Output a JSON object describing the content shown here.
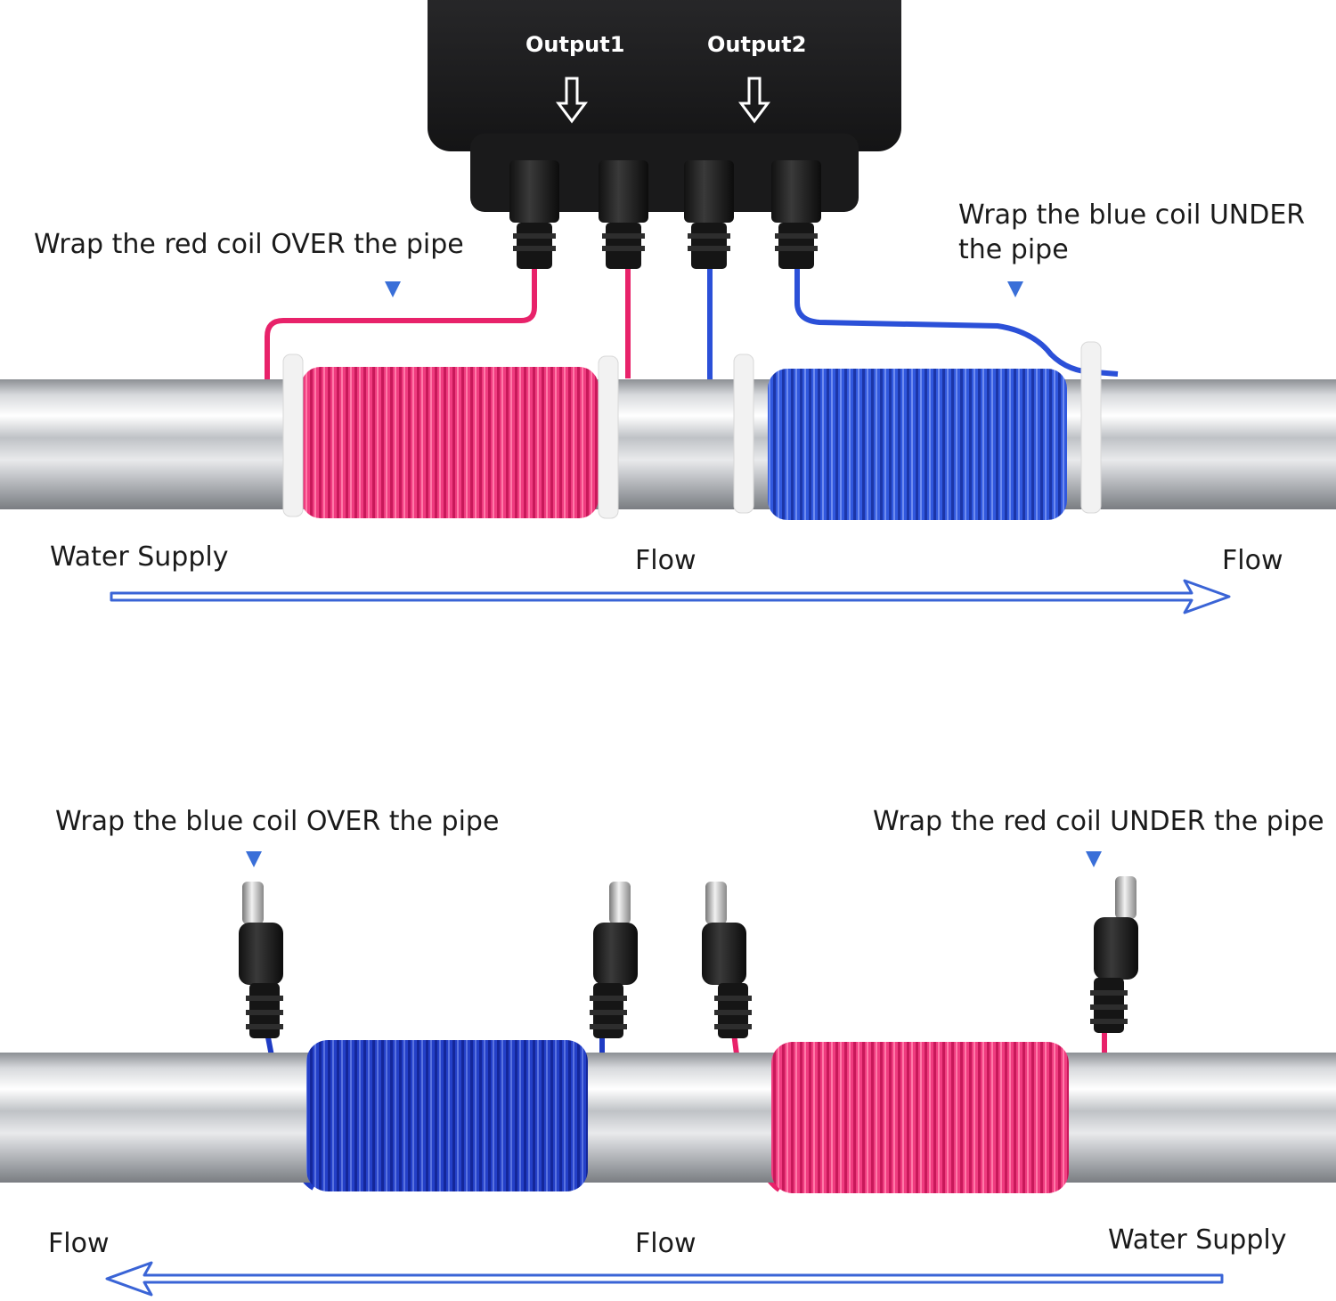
{
  "device": {
    "output1_label": "Output1",
    "output2_label": "Output2"
  },
  "top_diagram": {
    "left_instruction": "Wrap the red coil OVER the pipe",
    "right_instruction": "Wrap the blue coil UNDER the pipe",
    "supply_label": "Water Supply",
    "flow_center_label": "Flow",
    "flow_right_label": "Flow"
  },
  "bottom_diagram": {
    "left_instruction": "Wrap the blue coil OVER the pipe",
    "right_instruction": "Wrap the red coil UNDER the pipe",
    "flow_left_label": "Flow",
    "flow_center_label": "Flow",
    "supply_label": "Water Supply"
  },
  "colors": {
    "red_coil": "#e8226a",
    "blue_coil_top": "#2b50d8",
    "blue_coil_bottom": "#1f3cc4",
    "arrow_outline": "#3a64d6",
    "pointer": "#3a6fd8",
    "device_body": "#1d1d1f"
  }
}
